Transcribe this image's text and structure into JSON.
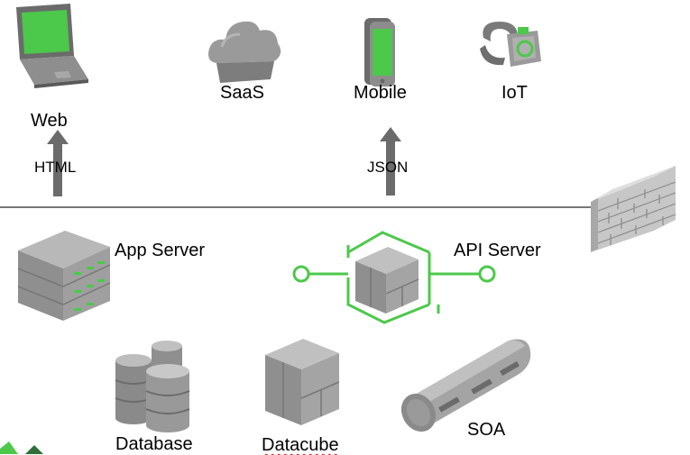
{
  "clients": {
    "web": "Web",
    "saas": "SaaS",
    "mobile": "Mobile",
    "iot": "IoT"
  },
  "protocols": {
    "html": "HTML",
    "json": "JSON"
  },
  "servers": {
    "app_server": "App Server",
    "api_server": "API Server"
  },
  "backends": {
    "database": "Database",
    "datacube": "Datacube",
    "soa": "SOA"
  },
  "colors": {
    "accent_green": "#4cc84a",
    "icon_gray": "#9a9a9a",
    "icon_dark": "#6b6b6b",
    "line": "#777777"
  }
}
